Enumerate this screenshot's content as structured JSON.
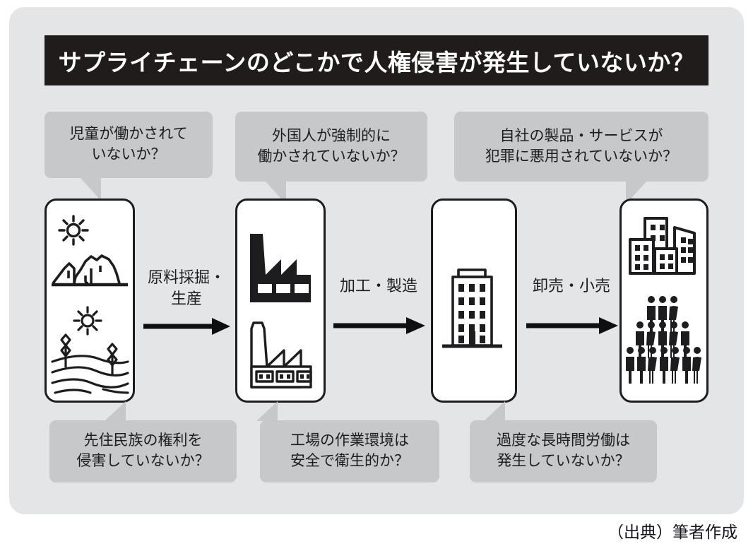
{
  "figure": {
    "title": "サプライチェーンのどこかで人権侵害が発生していないか？",
    "source_note": "（出典）筆者作成",
    "colors": {
      "panel_background": "#e4e5e7",
      "title_bar": "#201c1c",
      "title_text": "#ffffff",
      "bubble_fill": "#c7c8c9",
      "node_border": "#1d1d1f",
      "node_fill": "#ffffff",
      "ink": "#1d1d1f"
    }
  },
  "top_callouts": [
    {
      "id": "child-labor",
      "lines": [
        "児童が働かされて",
        "いないか？"
      ]
    },
    {
      "id": "forced-foreign-labor",
      "lines": [
        "外国人が強制的に",
        "働かされていないか？"
      ]
    },
    {
      "id": "product-misuse-crime",
      "lines": [
        "自社の製品・サービスが",
        "犯罪に悪用されていないか？"
      ]
    }
  ],
  "bottom_callouts": [
    {
      "id": "indigenous-rights",
      "lines": [
        "先住民族の権利を",
        "侵害していないか？"
      ]
    },
    {
      "id": "factory-safety",
      "lines": [
        "工場の作業環境は",
        "安全で衛生的か？"
      ]
    },
    {
      "id": "excessive-overtime",
      "lines": [
        "過度な長時間労働は",
        "発生していないか？"
      ]
    }
  ],
  "stages": [
    {
      "id": "raw-material",
      "icons": [
        "mining-mountain-sun-icon",
        "farm-field-sun-icon"
      ]
    },
    {
      "id": "manufacturing",
      "icons": [
        "factory-solid-icon",
        "factory-outline-icon"
      ]
    },
    {
      "id": "company-office",
      "icons": [
        "office-building-icon"
      ]
    },
    {
      "id": "retail-consumer",
      "icons": [
        "cityscape-buildings-icon",
        "crowd-people-icon"
      ]
    }
  ],
  "flow_arrows": [
    {
      "id": "extraction-production",
      "lines": [
        "原料採掘・",
        "生産"
      ]
    },
    {
      "id": "processing-manufacturing",
      "lines": [
        "加工・製造"
      ]
    },
    {
      "id": "wholesale-retail",
      "lines": [
        "卸売・小売"
      ]
    }
  ]
}
